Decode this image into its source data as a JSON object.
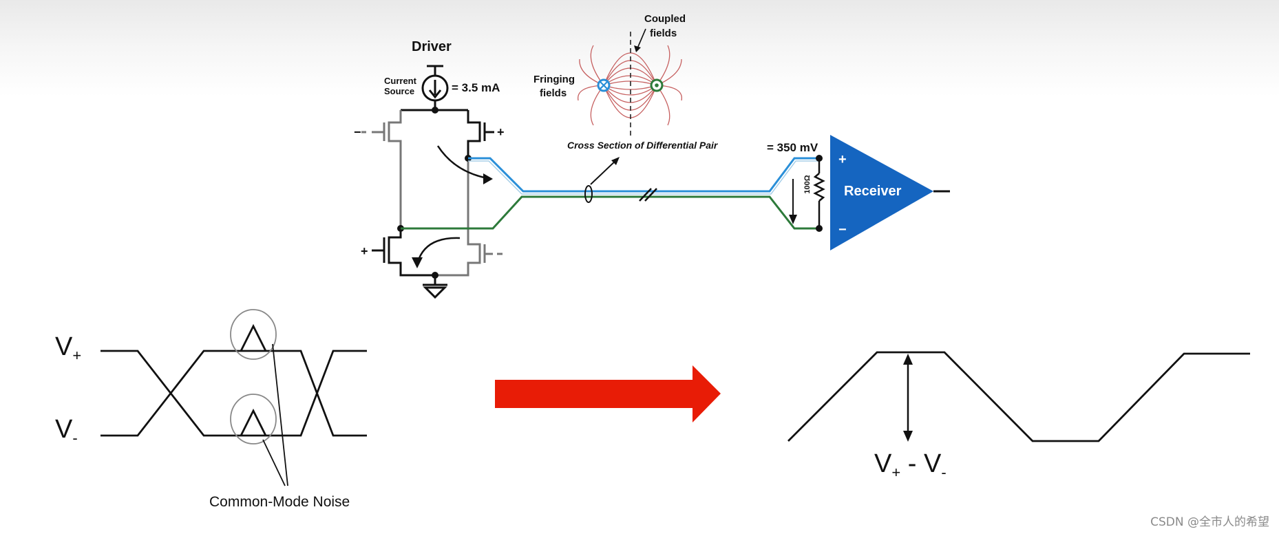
{
  "driver": {
    "title": "Driver",
    "current_source_line1": "Current",
    "current_source_line2": "Source",
    "current_value": "= 3.5 mA",
    "plus_sign": "+",
    "minus_sign": "−"
  },
  "fields": {
    "coupled_line1": "Coupled",
    "coupled_line2": "fields",
    "fringing_line1": "Fringing",
    "fringing_line2": "fields",
    "cross_section": "Cross Section of Differential Pair"
  },
  "receiver": {
    "label": "Receiver",
    "voltage": "= 350 mV",
    "plus": "+",
    "minus": "−",
    "resistor": "100Ω"
  },
  "waveforms": {
    "v_plus_main": "V",
    "v_plus_sub": "+",
    "v_minus_main": "V",
    "v_minus_sub": "-",
    "noise_label": "Common-Mode Noise",
    "diff_v1": "V",
    "diff_sub1": "+",
    "diff_op": " - ",
    "diff_v2": "V",
    "diff_sub2": "-"
  },
  "colors": {
    "positive_line": "#2a8fd8",
    "negative_line": "#2d7a3a",
    "receiver_fill": "#1565c0",
    "arrow_fill": "#e81c06",
    "field_lines": "#c66060"
  },
  "watermark": "CSDN @全市人的希望"
}
